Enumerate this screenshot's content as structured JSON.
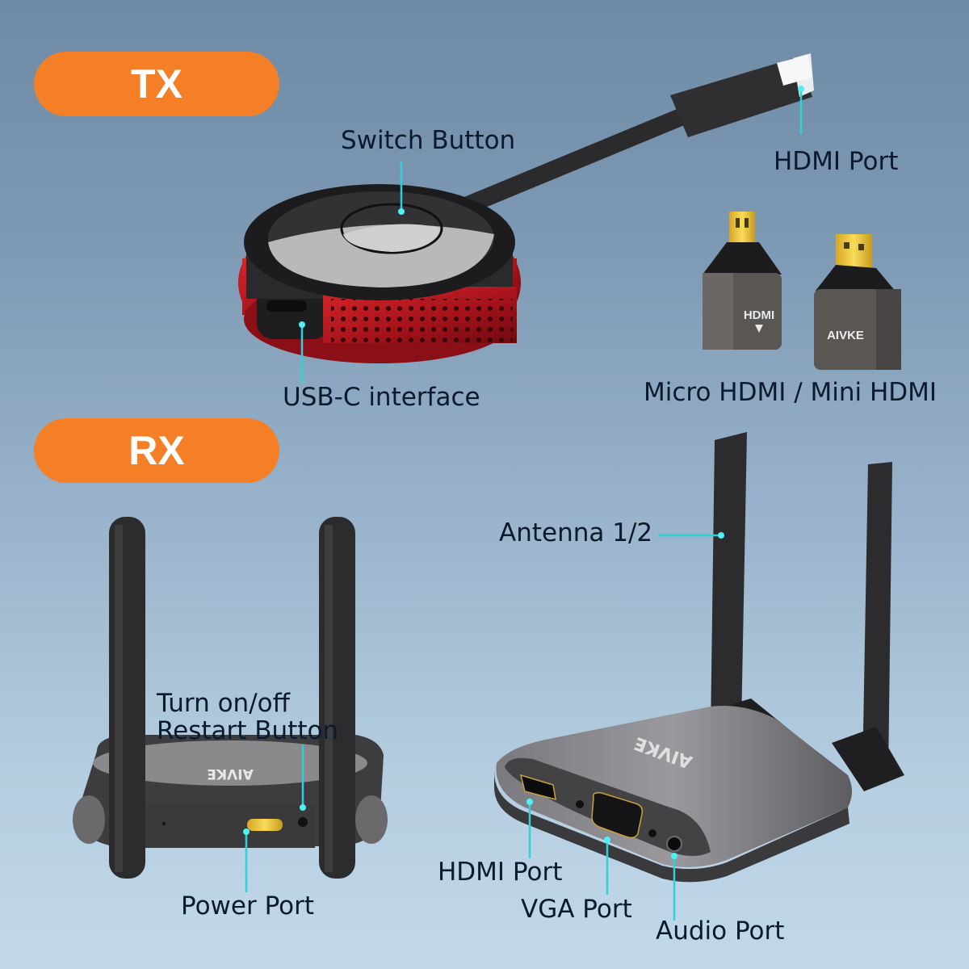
{
  "badges": {
    "tx": "TX",
    "rx": "RX"
  },
  "tx_labels": {
    "switch_button": "Switch Button",
    "hdmi_port": "HDMI Port",
    "usb_c": "USB-C interface",
    "adapters": "Micro HDMI / Mini HDMI"
  },
  "rx_labels": {
    "antenna": "Antenna 1/2",
    "turn_on_off": "Turn on/off",
    "restart_button": "Restart Button",
    "power_port": "Power Port",
    "hdmi_port": "HDMI Port",
    "vga_port": "VGA Port",
    "audio_port": "Audio Port"
  },
  "device_marks": {
    "brand": "AIVKE",
    "adapter_hdmi": "HDMI"
  },
  "colors": {
    "badge": "#f47f26",
    "leader": "#2fd0d6",
    "tx_shell": "#b3161b",
    "device_body": "#4a4a4c"
  }
}
